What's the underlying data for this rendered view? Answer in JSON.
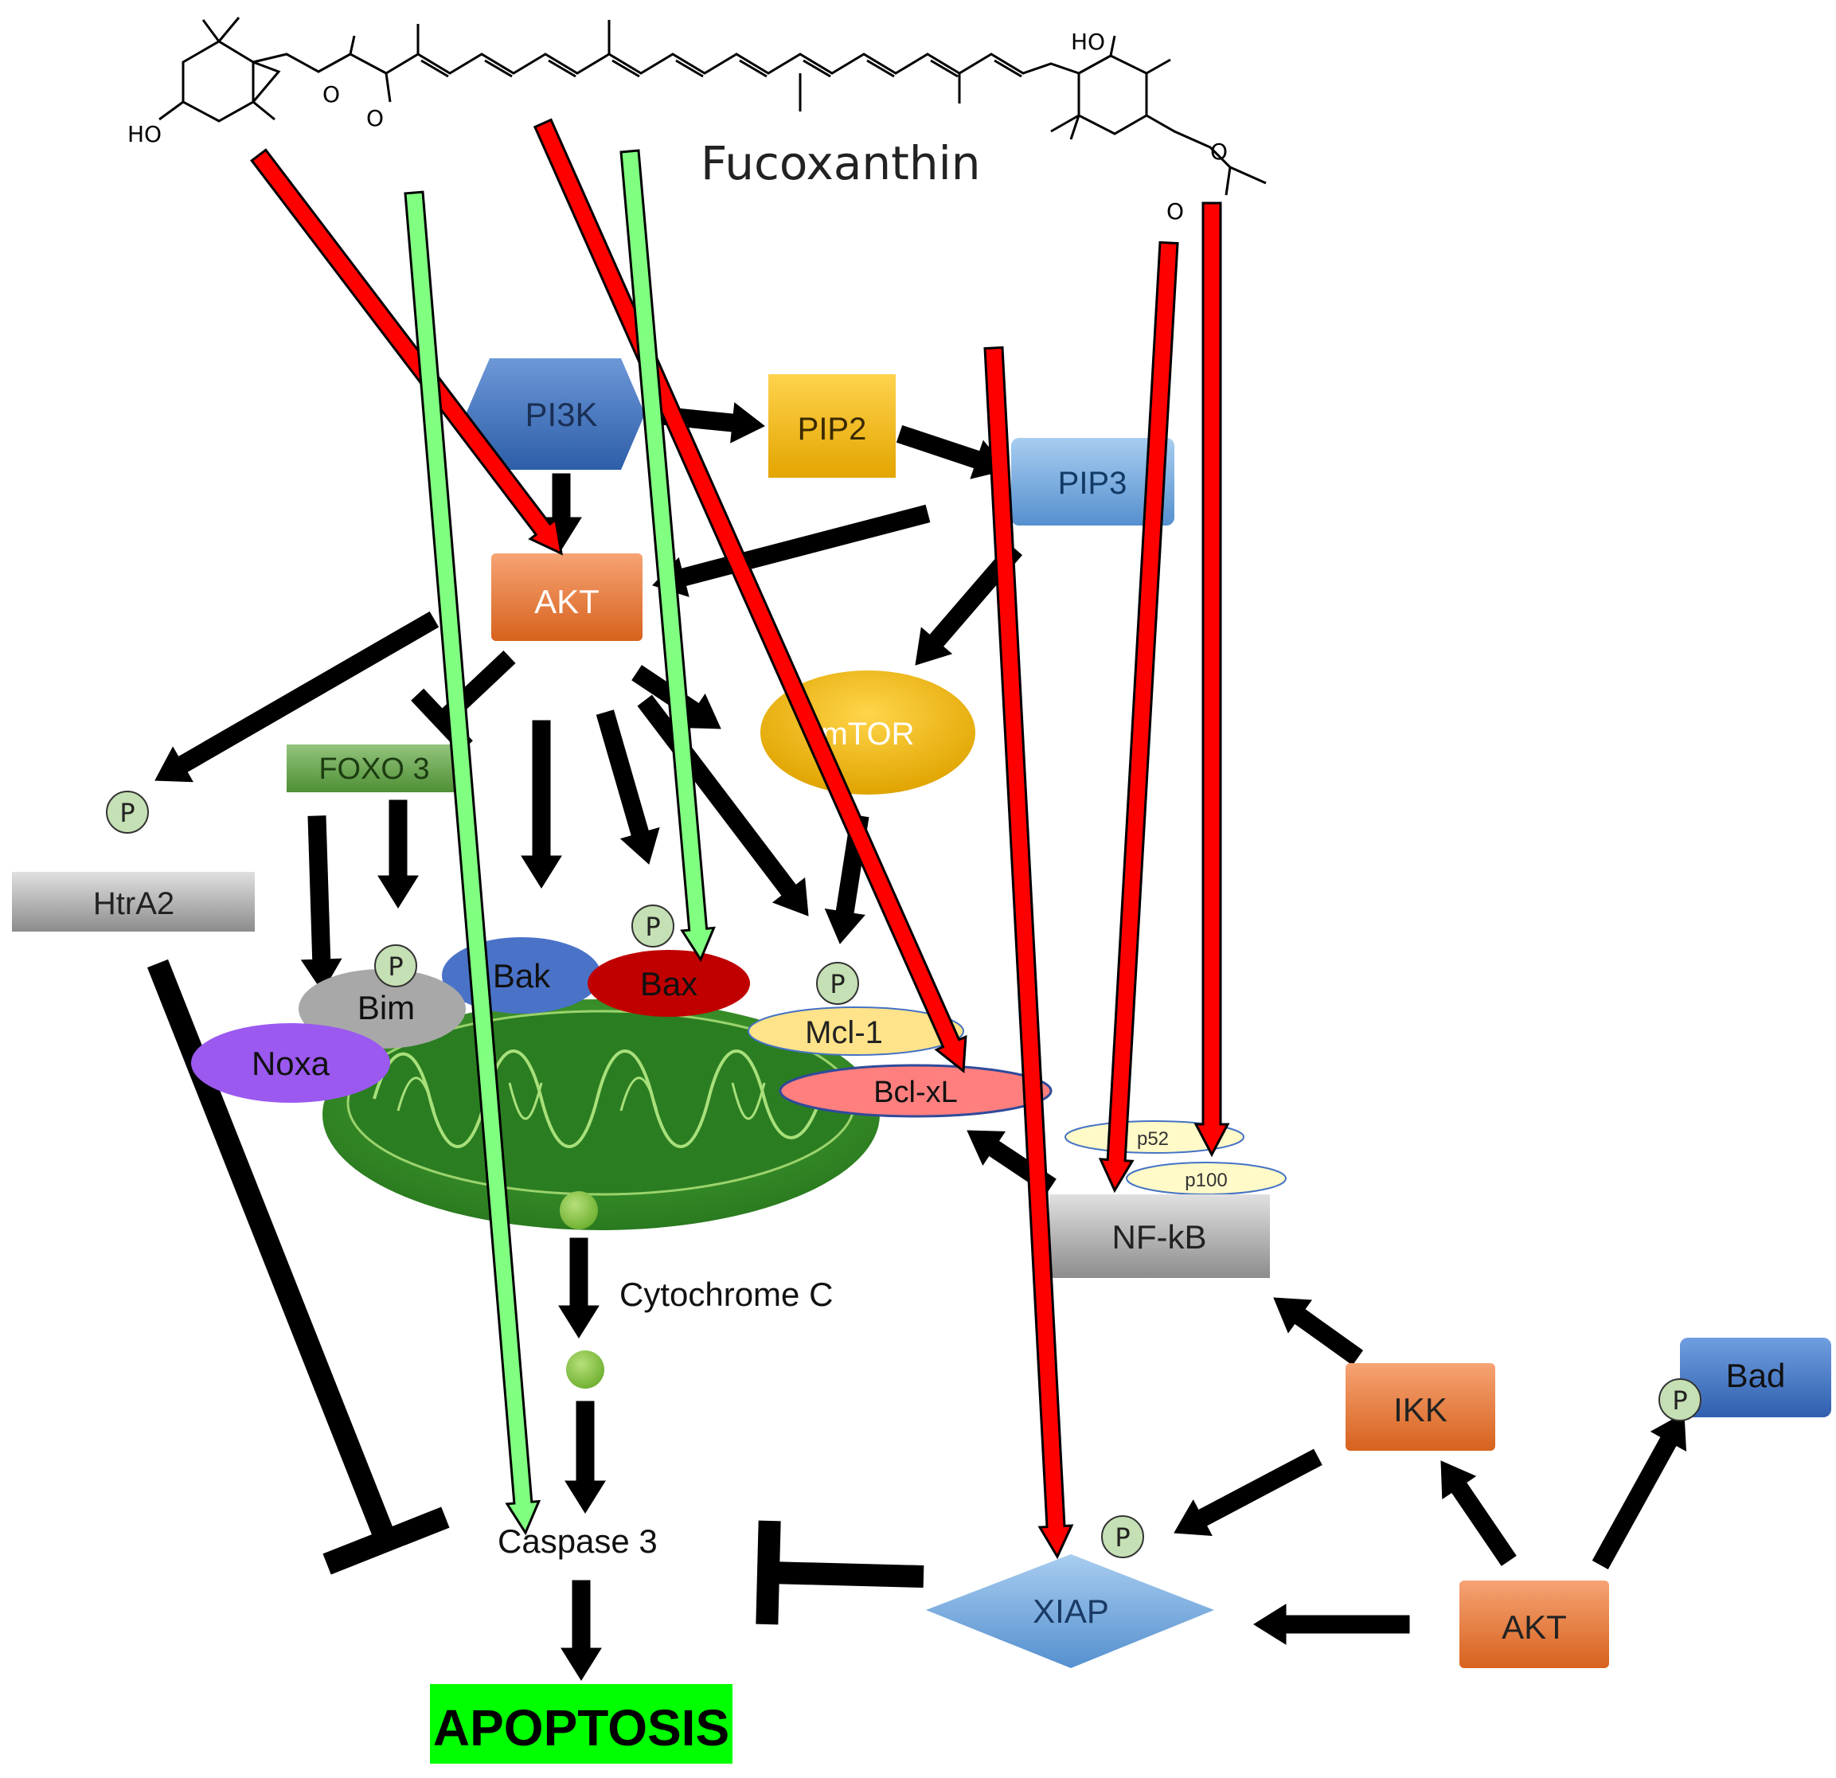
{
  "compound": {
    "title": "Fucoxanthin",
    "atoms": {
      "ho1": "HO",
      "ho2": "HO",
      "o_epoxide": "O",
      "o_keto": "O",
      "o_ester": "O",
      "o_carbonyl": "O"
    }
  },
  "nodes": {
    "pi3k": "PI3K",
    "pip2": "PIP2",
    "pip3": "PIP3",
    "akt_top": "AKT",
    "mtor": "mTOR",
    "foxo3": "FOXO 3",
    "htra2": "HtrA2",
    "bim": "Bim",
    "bak": "Bak",
    "bax": "Bax",
    "noxa": "Noxa",
    "mcl1": "Mcl-1",
    "bclxl": "Bcl-xL",
    "p52": "p52",
    "p100": "p100",
    "nfkb": "NF-kB",
    "ikk": "IKK",
    "bad": "Bad",
    "akt_bottom": "AKT",
    "xiap": "XIAP",
    "cytochrome": "Cytochrome C",
    "caspase3": "Caspase 3",
    "apoptosis": "APOPTOSIS"
  },
  "phospho_label": "P",
  "colors": {
    "inhibit_arrow": "#ff0000",
    "activate_arrow": "#80ff80",
    "signal_arrow": "#000000",
    "apoptosis_bg": "#00ff00",
    "mitochondrion": "#3c9e2c",
    "akt": "#e46c2a",
    "pi3k": "#3d70b8",
    "pip2": "#f2b90e",
    "pip3": "#6fa3d8",
    "mtor": "#f2b80f",
    "foxo": "#6aa84f",
    "grey_box": "#9a9a9a",
    "bax": "#c00000",
    "bak": "#4472c4",
    "noxa": "#9b59f0",
    "mcl1": "#ffe38a",
    "bclxl": "#ff7f7f",
    "p_badge": "#c5e0b4"
  }
}
